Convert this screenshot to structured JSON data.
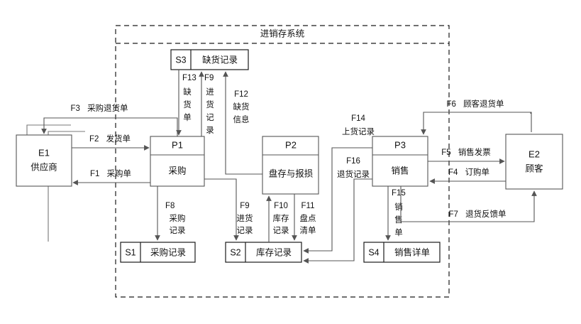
{
  "diagram": {
    "title": "进销存系统",
    "boundary_label": "进销存系统",
    "type": "data-flow-diagram",
    "colors": {
      "background": "#ffffff",
      "box_stroke": "#555555",
      "store_stroke": "#1a1a1a",
      "boundary_stroke": "#1a1a1a",
      "text": "#111111"
    }
  },
  "externals": [
    {
      "id": "E1",
      "name": "供应商"
    },
    {
      "id": "E2",
      "name": "顾客"
    }
  ],
  "processes": [
    {
      "id": "P1",
      "name": "采购"
    },
    {
      "id": "P2",
      "name": "盘存与报损"
    },
    {
      "id": "P3",
      "name": "销售"
    }
  ],
  "stores": [
    {
      "id": "S1",
      "name": "采购记录"
    },
    {
      "id": "S2",
      "name": "库存记录"
    },
    {
      "id": "S3",
      "name": "缺货记录"
    },
    {
      "id": "S4",
      "name": "销售详单"
    }
  ],
  "flows": [
    {
      "id": "F1",
      "name": "采购单",
      "from": "P1",
      "to": "E1"
    },
    {
      "id": "F2",
      "name": "发货单",
      "from": "E1",
      "to": "P1"
    },
    {
      "id": "F3",
      "name": "采购退货单",
      "from": "P1",
      "to": "E1"
    },
    {
      "id": "F4",
      "name": "订购单",
      "from": "E2",
      "to": "P3"
    },
    {
      "id": "F5",
      "name": "销售发票",
      "from": "P3",
      "to": "E2"
    },
    {
      "id": "F6",
      "name": "顾客退货单",
      "from": "E2",
      "to": "P3"
    },
    {
      "id": "F7",
      "name": "退货反馈单",
      "from": "P3",
      "to": "E2"
    },
    {
      "id": "F8",
      "name": "采购记录",
      "from": "P1",
      "to": "S1"
    },
    {
      "id": "F9",
      "name": "进货记录",
      "from": "P1",
      "to": "S2"
    },
    {
      "id": "F9b",
      "name": "进货记录",
      "from": "P1",
      "to": "S3"
    },
    {
      "id": "F10",
      "name": "库存记录",
      "from": "S2",
      "to": "P2"
    },
    {
      "id": "F11",
      "name": "盘点清单",
      "from": "P2",
      "to": "S2"
    },
    {
      "id": "F12",
      "name": "缺货信息",
      "from": "P2",
      "to": "S3"
    },
    {
      "id": "F13",
      "name": "缺货单",
      "from": "S3",
      "to": "P1"
    },
    {
      "id": "F14",
      "name": "上货记录",
      "from": "P3",
      "to": "S2"
    },
    {
      "id": "F15",
      "name": "销售单",
      "from": "P3",
      "to": "S4"
    },
    {
      "id": "F16",
      "name": "退货记录",
      "from": "P3",
      "to": "S2"
    }
  ],
  "flow_labels": {
    "f1": {
      "id": "F1",
      "name": "采购单"
    },
    "f2": {
      "id": "F2",
      "name": "发货单"
    },
    "f3": {
      "id": "F3",
      "name": "采购退货单"
    },
    "f4": {
      "id": "F4",
      "name": "订购单"
    },
    "f5": {
      "id": "F5",
      "name": "销售发票"
    },
    "f6": {
      "id": "F6",
      "name": "顾客退货单"
    },
    "f7": {
      "id": "F7",
      "name": "退货反馈单"
    },
    "f8": {
      "id": "F8",
      "l1": "采购",
      "l2": "记录"
    },
    "f9a": {
      "id": "F9",
      "l1": "进",
      "l2": "货",
      "l3": "记",
      "l4": "录"
    },
    "f9b": {
      "id": "F9",
      "l1": "进货",
      "l2": "记录"
    },
    "f10": {
      "id": "F10",
      "l1": "库存",
      "l2": "记录"
    },
    "f11": {
      "id": "F11",
      "l1": "盘点",
      "l2": "清单"
    },
    "f12": {
      "id": "F12",
      "l1": "缺货",
      "l2": "信息"
    },
    "f13": {
      "id": "F13",
      "l1": "缺",
      "l2": "货",
      "l3": "单"
    },
    "f14": {
      "id": "F14",
      "l1": "上货记录"
    },
    "f15": {
      "id": "F15",
      "l1": "销",
      "l2": "售",
      "l3": "单"
    },
    "f16": {
      "id": "F16",
      "l1": "退货记录"
    }
  }
}
